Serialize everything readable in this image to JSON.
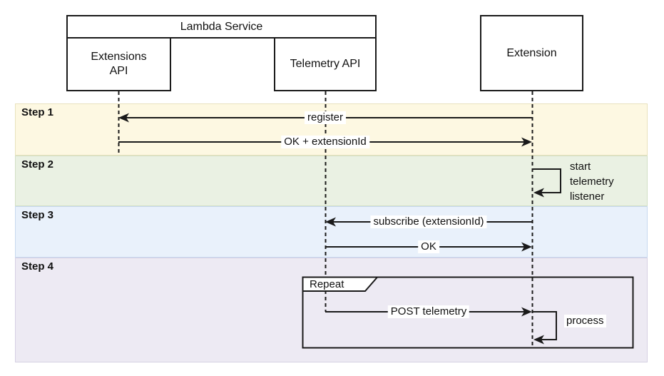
{
  "actors": {
    "lambda_service": {
      "label": "Lambda Service"
    },
    "extensions_api": {
      "label": "Extensions\nAPI"
    },
    "telemetry_api": {
      "label": "Telemetry API"
    },
    "extension": {
      "label": "Extension"
    }
  },
  "steps": [
    {
      "label": "Step 1",
      "bg": "#fdf8e2",
      "border": "#e9e2bd"
    },
    {
      "label": "Step 2",
      "bg": "#eaf1e3",
      "border": "#d2e0c6"
    },
    {
      "label": "Step 3",
      "bg": "#e9f1fb",
      "border": "#c7d9ef"
    },
    {
      "label": "Step 4",
      "bg": "#edeaf3",
      "border": "#d6d0e3"
    }
  ],
  "messages": {
    "register": "register",
    "ok_extension_id": "OK + extensionId",
    "start_telemetry_listener": "start\ntelemetry\nlistener",
    "subscribe": "subscribe (extensionId)",
    "ok": "OK",
    "repeat_label": "Repeat",
    "post_telemetry": "POST telemetry",
    "process": "process"
  },
  "colors": {
    "line": "#1a1a1a",
    "actor_border": "#1a1a1a",
    "actor_bg": "#ffffff",
    "message_label_bg": "#ffffff"
  }
}
